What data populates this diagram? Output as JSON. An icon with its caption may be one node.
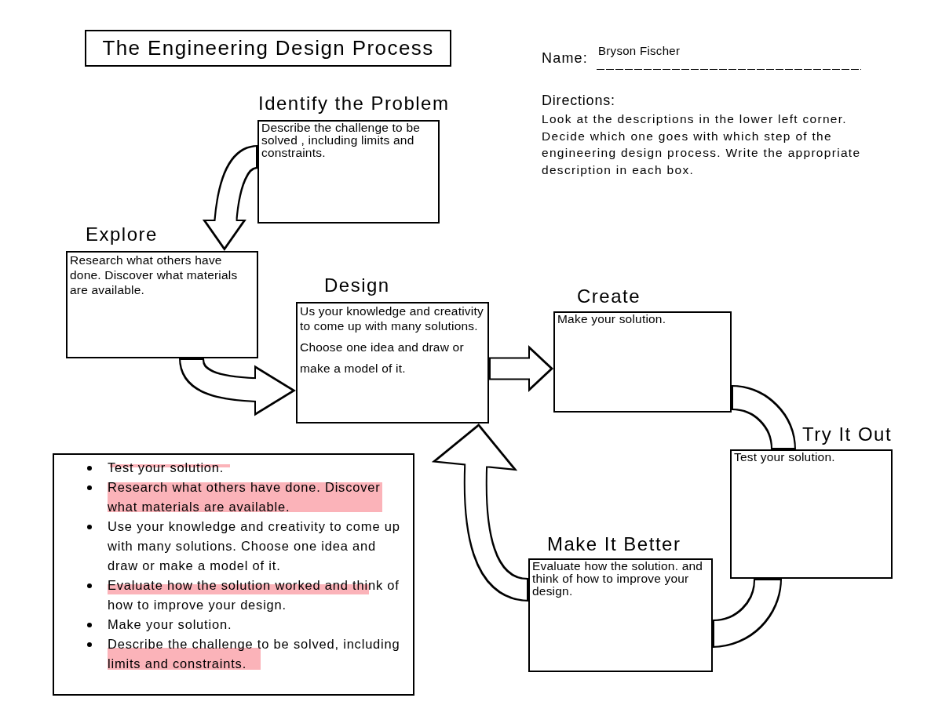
{
  "diagram": {
    "title": "The Engineering Design Process",
    "nodes": [
      {
        "text": [
          "Identify the Problem",
          "Describe the challenge to be solved , including limits and constraints."
        ]
      },
      {
        "text": [
          "Explore",
          "Research what others have done. Discover what materials are available."
        ]
      },
      {
        "text": [
          "Design",
          "Us your knowledge and creativity to come up with many solutions.",
          "Choose one idea and draw or make a model of it."
        ]
      },
      {
        "text": [
          "Create",
          "Make your solution."
        ]
      },
      {
        "text": [
          "Try It Out",
          "Test your solution."
        ]
      },
      {
        "text": [
          "Make It Better",
          "Evaluate how the solution. and think of how to improve your design."
        ]
      },
      {
        "text": [
          "Test your solution.",
          "Research what others have done. Discover what materials are available.",
          "Use your knowledge and creativity to come up with many solutions. Choose one idea and draw or make a model of it.",
          "Evaluate how the solution worked and think of how to improve your design.",
          "Make your solution.",
          "Describe the challenge to be solved, including limits and constraints."
        ]
      }
    ],
    "edges": [
      {
        "from": 0,
        "to": 1,
        "arrow": "to"
      },
      {
        "from": 1,
        "to": 2,
        "arrow": "to"
      },
      {
        "from": 2,
        "to": 3,
        "arrow": "to"
      },
      {
        "from": 3,
        "to": 4,
        "arrow": "none"
      },
      {
        "from": 4,
        "to": 5,
        "arrow": "none"
      },
      {
        "from": 5,
        "to": 2,
        "arrow": "to"
      }
    ],
    "labels": [
      "Name:",
      "Bryson Fischer",
      "Directions:",
      "Look at the descriptions in the lower left corner. Decide which one goes with which step of the engineering design process. Write the appropriate description in each box."
    ]
  }
}
